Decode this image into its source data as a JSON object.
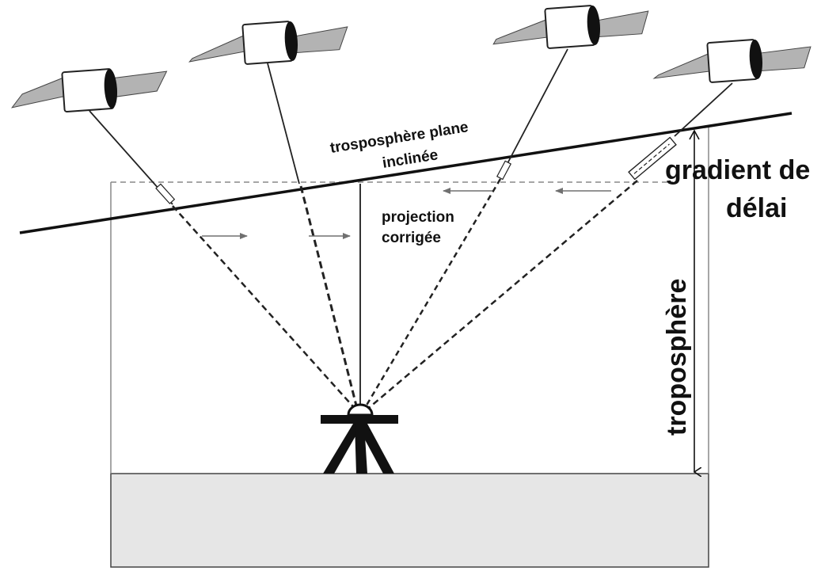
{
  "labels": {
    "tilted_plane_line1": "trosposphère plane",
    "tilted_plane_line2": "inclinée",
    "corrected_line1": "projection",
    "corrected_line2": "corrigée",
    "gradient_line1": "gradient de",
    "gradient_line2": "délai",
    "troposphere": "troposphère"
  },
  "elements": {
    "satellite_count": 4,
    "receiver": "tripod-antenna-icon"
  },
  "colors": {
    "line": "#111111",
    "panel": "#b3b3b3",
    "ground": "#e6e6e6",
    "arrow": "#707070",
    "dashed_box": "#888888"
  }
}
